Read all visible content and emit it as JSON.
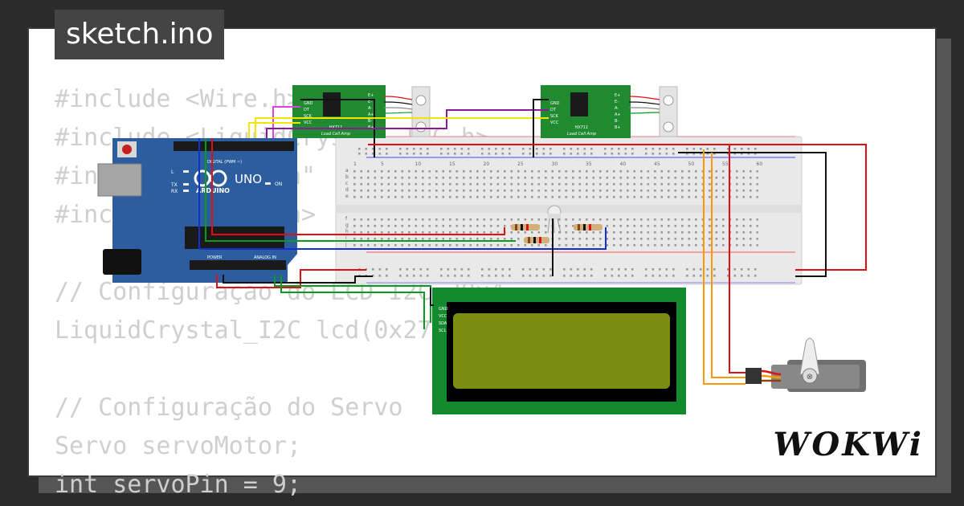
{
  "tab": {
    "title": "sketch.ino"
  },
  "code_lines": [
    "#include <Wire.h>",
    "#include <LiquidCrystal_I2C.h>",
    "#include \"HX711.h\"",
    "#include <Servo.h>",
    "",
    "// Configuração do LCD I2C 20x4",
    "LiquidCrystal_I2C lcd(0x27, 20, 4);",
    "",
    "// Configuração do Servo",
    "Servo servoMotor;",
    "int servoPin = 9;"
  ],
  "arduino": {
    "brand": "ARDUINO",
    "model": "UNO",
    "digital_label": "DIGITAL (PWM ~)",
    "power_label": "POWER",
    "analog_label": "ANALOG IN",
    "on_label": "ON",
    "tx_label": "TX",
    "rx_label": "RX",
    "l_label": "L"
  },
  "hx711_left": {
    "title": "HX711",
    "subtitle": "Load Cell Amp",
    "pins": [
      "GND",
      "DT",
      "SCK",
      "VCC"
    ],
    "right_pins": [
      "E+",
      "E-",
      "A-",
      "A+",
      "B-",
      "B+"
    ]
  },
  "hx711_right": {
    "title": "HX711",
    "subtitle": "Load Cell Amp",
    "pins": [
      "GND",
      "DT",
      "SCK",
      "VCC"
    ],
    "right_pins": [
      "E+",
      "E-",
      "A-",
      "A+",
      "B-",
      "B+"
    ]
  },
  "lcd": {
    "pins": [
      "GND",
      "VCC",
      "SDA",
      "SCL"
    ]
  },
  "breadboard": {
    "columns": [
      "1",
      "5",
      "10",
      "15",
      "20",
      "25",
      "30",
      "35",
      "40",
      "45",
      "50",
      "55",
      "60"
    ],
    "rows_top": [
      "a",
      "b",
      "c",
      "d",
      "e"
    ],
    "rows_bottom": [
      "f",
      "g",
      "h",
      "i",
      "j"
    ]
  },
  "logo": {
    "text": "WOKWi"
  },
  "colors": {
    "background": "#2b2b2b",
    "card": "#ffffff",
    "arduino": "#2c5d9e",
    "hx711": "#1f8a2f",
    "lcd_screen": "#7a8c12",
    "lcd_board": "#138a2e",
    "wire_red": "#e01010",
    "wire_black": "#111111",
    "wire_yellow": "#f2e600",
    "wire_purple": "#8a1a9a",
    "wire_green": "#0a9a20",
    "wire_blue": "#1030d0",
    "wire_orange": "#ff9a00",
    "wire_magenta": "#e040e0"
  }
}
